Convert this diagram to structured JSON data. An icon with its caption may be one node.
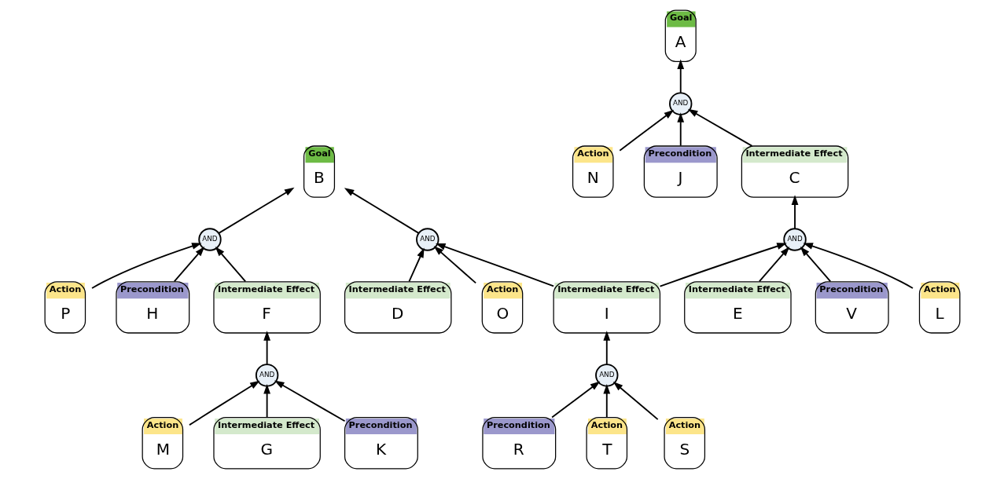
{
  "diagram": {
    "nodes": [
      {
        "text": [
          "Goal",
          "B"
        ]
      },
      {
        "text": [
          "Goal",
          "A"
        ]
      },
      {
        "text": [
          "AND"
        ]
      },
      {
        "text": [
          "AND"
        ]
      },
      {
        "text": [
          "AND"
        ]
      },
      {
        "text": [
          "Action",
          "P"
        ]
      },
      {
        "text": [
          "Precondition",
          "H"
        ]
      },
      {
        "text": [
          "Intermediate Effect",
          "F"
        ]
      },
      {
        "text": [
          "Intermediate Effect",
          "D"
        ]
      },
      {
        "text": [
          "Action",
          "O"
        ]
      },
      {
        "text": [
          "Action",
          "N"
        ]
      },
      {
        "text": [
          "Intermediate Effect",
          "C"
        ]
      },
      {
        "text": [
          "Precondition",
          "J"
        ]
      },
      {
        "text": [
          "AND"
        ]
      },
      {
        "text": [
          "AND"
        ]
      },
      {
        "text": [
          "Action",
          "M"
        ]
      },
      {
        "text": [
          "Intermediate Effect",
          "G"
        ]
      },
      {
        "text": [
          "Precondition",
          "K"
        ]
      },
      {
        "text": [
          "Intermediate Effect",
          "I"
        ]
      },
      {
        "text": [
          "Intermediate Effect",
          "E"
        ]
      },
      {
        "text": [
          "Precondition",
          "V"
        ]
      },
      {
        "text": [
          "Action",
          "L"
        ]
      },
      {
        "text": [
          "AND"
        ]
      },
      {
        "text": [
          "Precondition",
          "R"
        ]
      },
      {
        "text": [
          "Action",
          "T"
        ]
      },
      {
        "text": [
          "Action",
          "S"
        ]
      }
    ],
    "edges": [
      {
        "from": 2,
        "to": 0,
        "arrow": "to"
      },
      {
        "from": 3,
        "to": 0,
        "arrow": "to"
      },
      {
        "from": 4,
        "to": 1,
        "arrow": "to"
      },
      {
        "from": 5,
        "to": 2,
        "arrow": "to"
      },
      {
        "from": 6,
        "to": 2,
        "arrow": "to"
      },
      {
        "from": 7,
        "to": 2,
        "arrow": "to"
      },
      {
        "from": 18,
        "to": 3,
        "arrow": "to"
      },
      {
        "from": 8,
        "to": 3,
        "arrow": "to"
      },
      {
        "from": 9,
        "to": 3,
        "arrow": "to"
      },
      {
        "from": 10,
        "to": 4,
        "arrow": "to"
      },
      {
        "from": 11,
        "to": 4,
        "arrow": "to"
      },
      {
        "from": 12,
        "to": 4,
        "arrow": "to"
      },
      {
        "from": 13,
        "to": 7,
        "arrow": "to"
      },
      {
        "from": 14,
        "to": 11,
        "arrow": "to"
      },
      {
        "from": 15,
        "to": 13,
        "arrow": "to"
      },
      {
        "from": 16,
        "to": 13,
        "arrow": "to"
      },
      {
        "from": 17,
        "to": 13,
        "arrow": "to"
      },
      {
        "from": 18,
        "to": 14,
        "arrow": "to"
      },
      {
        "from": 19,
        "to": 14,
        "arrow": "to"
      },
      {
        "from": 20,
        "to": 14,
        "arrow": "to"
      },
      {
        "from": 21,
        "to": 14,
        "arrow": "to"
      },
      {
        "from": 22,
        "to": 18,
        "arrow": "to"
      },
      {
        "from": 23,
        "to": 22,
        "arrow": "to"
      },
      {
        "from": 24,
        "to": 22,
        "arrow": "to"
      },
      {
        "from": 25,
        "to": 22,
        "arrow": "to"
      }
    ]
  }
}
